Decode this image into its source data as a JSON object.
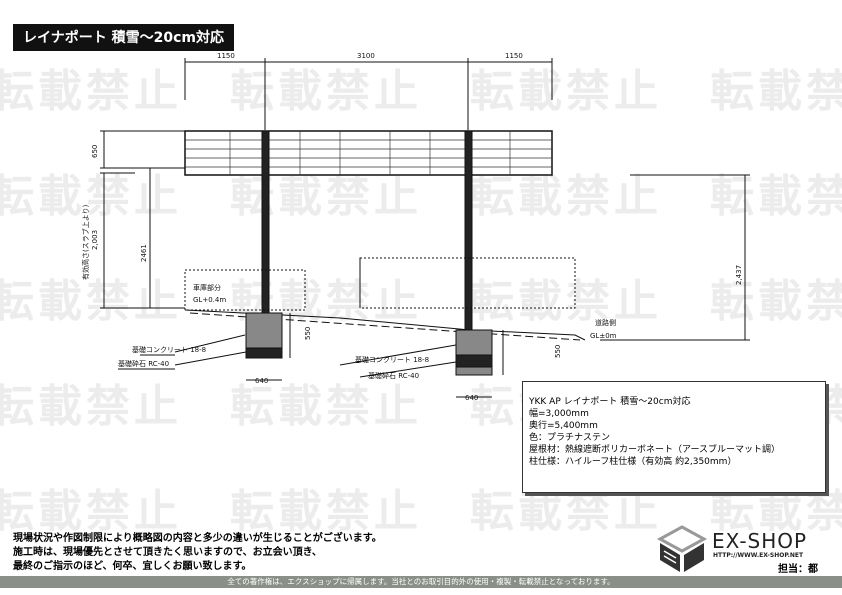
{
  "title": "レイナポート 積雪～20cm対応",
  "watermark": "転載禁止",
  "drawing": {
    "dim_left": "1150",
    "dim_center": "3100",
    "dim_right": "1150",
    "dim_roof": "650",
    "dim_clear": "2461",
    "dim_effective_label": "有効高さ(スラブ上より)",
    "dim_effective": "2,003",
    "dim_total": "2,437",
    "dim_foundation": "550",
    "dim_foundation2": "550",
    "dim_width_left": "640",
    "dim_width_right": "640",
    "garage_label": "車庫部分",
    "garage_level": "GL+0.4m",
    "road_label": "道路側",
    "road_level": "GL±0m",
    "concrete_left": "基礎コンクリート 18-8",
    "gravel_left": "基礎砕石 RC-40",
    "concrete_right": "基礎コンクリート 18-8",
    "gravel_right": "基礎砕石 RC-40"
  },
  "spec": {
    "lines": [
      "YKK AP レイナポート 積雪～20cm対応",
      "幅=3,000mm",
      "奥行=5,400mm",
      "色：プラチナステン",
      "屋根材：熱線遮断ポリカーボネート（アースブルーマット調）",
      "柱仕様：ハイルーフ柱仕様（有効高 約2,350mm）"
    ]
  },
  "notes": [
    "現場状況や作図制限により概略図の内容と多少の違いが生じることがございます。",
    "施工時は、現場優先とさせて頂きたく思いますので、お立会い頂き、",
    "最終のご指示のほど、何卒、宜しくお願い致します。"
  ],
  "logo": {
    "brand": "EX-SHOP",
    "url": "HTTP://WWW.EX-SHOP.NET",
    "staff": "担当：都"
  },
  "footer": "全ての著作権は、エクスショップに帰属します。当社とのお取引目的外の使用・複製・転載禁止となっております。"
}
